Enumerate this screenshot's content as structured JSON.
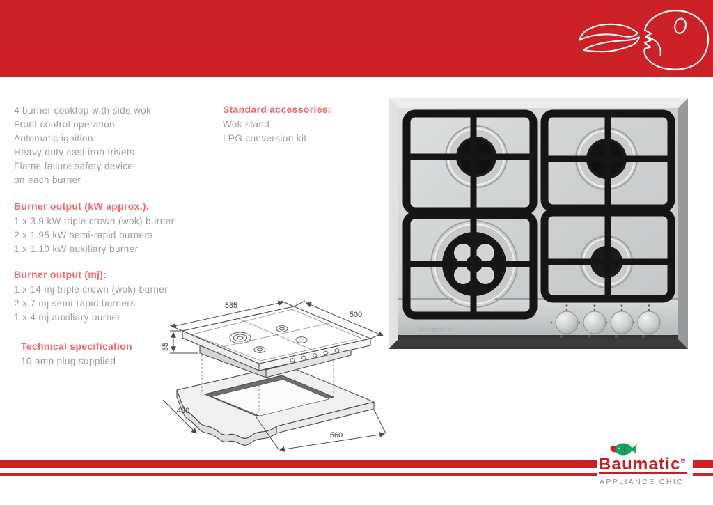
{
  "colors": {
    "band_red": "#cb2127",
    "heading_red": "#ee696c",
    "body_gray": "#9b9b9b",
    "logo_red": "#c32026",
    "tagline_gray": "#8b8b8b",
    "fish_green": "#17a263"
  },
  "intro": {
    "lines": [
      "4 burner cooktop with side wok",
      "Front control operation",
      "Automatic ignition",
      "Heavy duty cast iron trivets",
      "Flame failure safety device",
      "on each burner"
    ]
  },
  "accessories": {
    "heading": "Standard accessories:",
    "items": [
      "Wok stand",
      "LPG conversion kit"
    ]
  },
  "burner_output_kw": {
    "heading": "Burner output (kW approx.):",
    "lines": [
      "1 x 3.9 kW triple crown (wok) burner",
      "2 x 1.95 kW semi-rapid burners",
      "1 x 1.10 kW auxiliary burner"
    ]
  },
  "burner_output_mj": {
    "heading": "Burner output (mj):",
    "lines": [
      "1 x 14 mj triple crown (wok) burner",
      "2 x 7 mj semi-rapid burners",
      "1 x 4 mj auxiliary burner"
    ]
  },
  "technical_spec": {
    "heading": "Technical specification",
    "lines": [
      "10 amp plug supplied"
    ]
  },
  "drawing": {
    "dim_width": "585",
    "dim_depth": "500",
    "dim_height": "35",
    "dim_cutout_depth": "480",
    "dim_cutout_width": "560"
  },
  "photo": {
    "panel_brand": "Baumatic"
  },
  "footer": {
    "brand": "Baumatic",
    "registered": "®",
    "tagline": "APPLIANCE CHIC"
  }
}
